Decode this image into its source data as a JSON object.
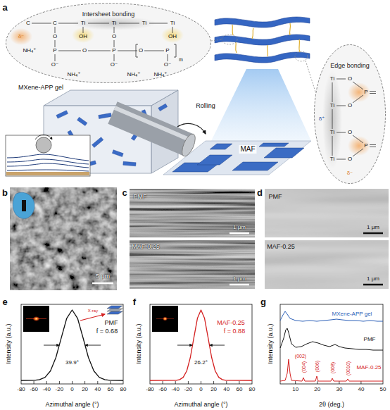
{
  "diagram": {
    "nodes": [
      {
        "text": [
          "Intersheet bonding"
        ]
      },
      {
        "text": [
          "Edge bonding"
        ]
      }
    ],
    "labels": [
      "a",
      "b",
      "c",
      "d",
      "e",
      "f",
      "g",
      "MXene-APP gel",
      "Rolling",
      "MAF",
      "C",
      "C",
      "Ti",
      "Ti",
      "Ti",
      "Ti",
      "δ⁻",
      "O",
      "OH",
      "O",
      "OH",
      "NH₄⁺",
      "P",
      "O",
      "P",
      "O",
      "P",
      "m",
      "O⁻",
      "O⁻",
      "O⁻",
      "NH₄⁺",
      "NH₄⁺",
      "NH₄⁺",
      "Ti",
      "O",
      "P",
      "Ti",
      "O",
      "δ⁺",
      "Ti",
      "O",
      "P",
      "Ti",
      "O",
      "δ⁻",
      "5 μm",
      "PMF",
      "1 μm",
      "MAF-0.25",
      "1 μm",
      "PMF",
      "1 μm",
      "MAF-0.25",
      "1 μm",
      "PMF",
      "f = 0.68",
      "39.9°",
      "X-ray",
      "Intensity (a.u.)",
      "Azimuthal angle (°)",
      "-80",
      "-60",
      "-40",
      "-20",
      "0",
      "20",
      "40",
      "60",
      "80",
      "MAF-0.25",
      "f = 0.88",
      "26.2°",
      "Intensity (a.u.)",
      "Azimuthal angle (°)",
      "-80",
      "-60",
      "-40",
      "-20",
      "0",
      "20",
      "40",
      "60",
      "80",
      "MXene-APP gel",
      "PMF",
      "MAF-0.25",
      "(002)",
      "(004)",
      "(006)",
      "(008)",
      "(0010)",
      "Intensity (a.u.)",
      "2θ (deg.)",
      "10",
      "20",
      "30",
      "40",
      "50"
    ]
  }
}
